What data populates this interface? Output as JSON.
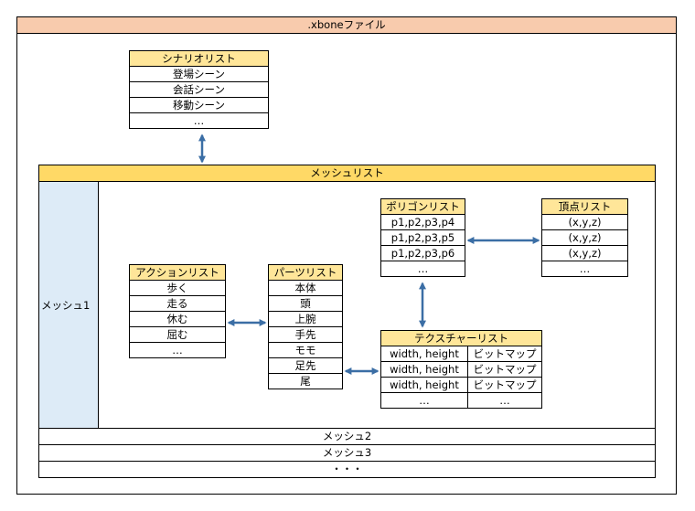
{
  "file": {
    "title": ".xboneファイル"
  },
  "scenario_list": {
    "header": "シナリオリスト",
    "items": [
      "登場シーン",
      "会話シーン",
      "移動シーン",
      "…"
    ]
  },
  "mesh_list": {
    "header": "メッシュリスト",
    "meshes": [
      "メッシュ1",
      "メッシュ2",
      "メッシュ3",
      "・・・"
    ]
  },
  "polygon_list": {
    "header": "ポリゴンリスト",
    "items": [
      "p1,p2,p3,p4",
      "p1,p2,p3,p5",
      "p1,p2,p3,p6",
      "…"
    ]
  },
  "vertex_list": {
    "header": "頂点リスト",
    "items": [
      "(x,y,z)",
      "(x,y,z)",
      "(x,y,z)",
      "…"
    ]
  },
  "action_list": {
    "header": "アクションリスト",
    "items": [
      "歩く",
      "走る",
      "休む",
      "屈む",
      "…"
    ]
  },
  "parts_list": {
    "header": "パーツリスト",
    "items": [
      "本体",
      "頭",
      "上腕",
      "手先",
      "モモ",
      "足先",
      "尾"
    ]
  },
  "texture_list": {
    "header": "テクスチャーリスト",
    "rows": [
      [
        "width, height",
        "ビットマップ"
      ],
      [
        "width, height",
        "ビットマップ"
      ],
      [
        "width, height",
        "ビットマップ"
      ],
      [
        "…",
        "…"
      ]
    ]
  },
  "colors": {
    "file_header": "#f8cbad",
    "mesh_header": "#ffd966",
    "list_header": "#ffe699",
    "mesh1_panel": "#ddebf7",
    "arrow": "#3b6ea5"
  }
}
